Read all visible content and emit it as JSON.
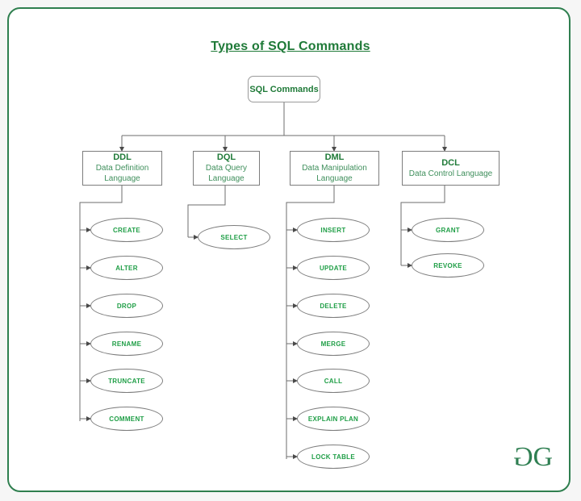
{
  "page": {
    "title": "Types of SQL Commands",
    "brand_logo": "geeksforgeeks-logo",
    "border_color": "#2f7f4f",
    "accent_color": "#1f7a38",
    "leaf_text_color": "#1f9e46"
  },
  "diagram": {
    "type": "tree",
    "root": {
      "label": "SQL Commands"
    },
    "categories": [
      {
        "abbr": "DDL",
        "full": "Data Definition\nLanguage",
        "children": [
          "CREATE",
          "ALTER",
          "DROP",
          "RENAME",
          "TRUNCATE",
          "COMMENT"
        ]
      },
      {
        "abbr": "DQL",
        "full": "Data Query\nLanguage",
        "children": [
          "SELECT"
        ]
      },
      {
        "abbr": "DML",
        "full": "Data Manipulation\nLanguage",
        "children": [
          "INSERT",
          "UPDATE",
          "DELETE",
          "MERGE",
          "CALL",
          "EXPLAIN PLAN",
          "LOCK TABLE"
        ]
      },
      {
        "abbr": "DCL",
        "full": "Data Control Language",
        "children": [
          "GRANT",
          "REVOKE"
        ]
      }
    ]
  }
}
